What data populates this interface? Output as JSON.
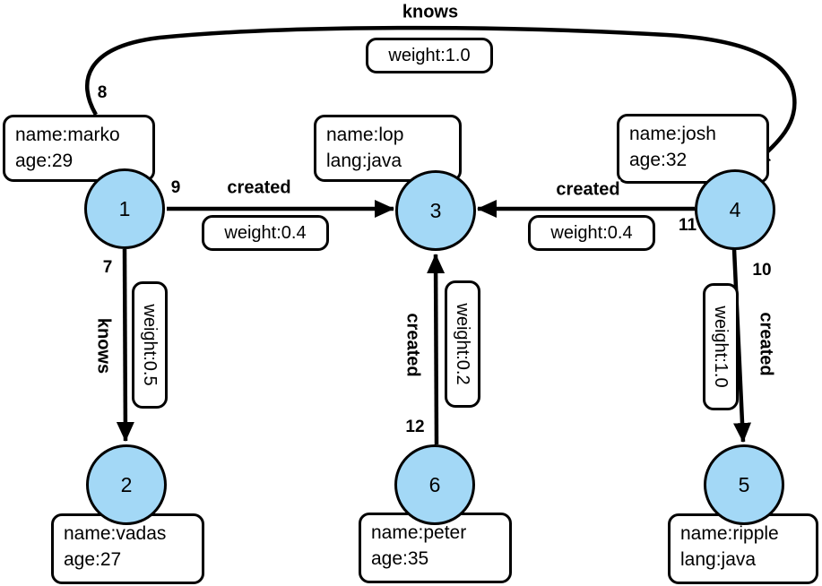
{
  "colors": {
    "node_fill": "#a3d8f6",
    "stroke": "#000000",
    "box_background": "#ffffff"
  },
  "nodes": [
    {
      "id": "1",
      "properties": [
        "name:marko",
        "age:29"
      ]
    },
    {
      "id": "2",
      "properties": [
        "name:vadas",
        "age:27"
      ]
    },
    {
      "id": "3",
      "properties": [
        "name:lop",
        "lang:java"
      ]
    },
    {
      "id": "4",
      "properties": [
        "name:josh",
        "age:32"
      ]
    },
    {
      "id": "5",
      "properties": [
        "name:ripple",
        "lang:java"
      ]
    },
    {
      "id": "6",
      "properties": [
        "name:peter",
        "age:35"
      ]
    }
  ],
  "edges": [
    {
      "id": "7",
      "label": "knows",
      "weight": "weight:0.5",
      "from": "1",
      "to": "2"
    },
    {
      "id": "8",
      "label": "knows",
      "weight": "weight:1.0",
      "from": "1",
      "to": "4"
    },
    {
      "id": "9",
      "label": "created",
      "weight": "weight:0.4",
      "from": "1",
      "to": "3"
    },
    {
      "id": "10",
      "label": "created",
      "weight": "weight:1.0",
      "from": "4",
      "to": "5"
    },
    {
      "id": "11",
      "label": "created",
      "weight": "weight:0.4",
      "from": "4",
      "to": "3"
    },
    {
      "id": "12",
      "label": "created",
      "weight": "weight:0.2",
      "from": "6",
      "to": "3"
    }
  ]
}
